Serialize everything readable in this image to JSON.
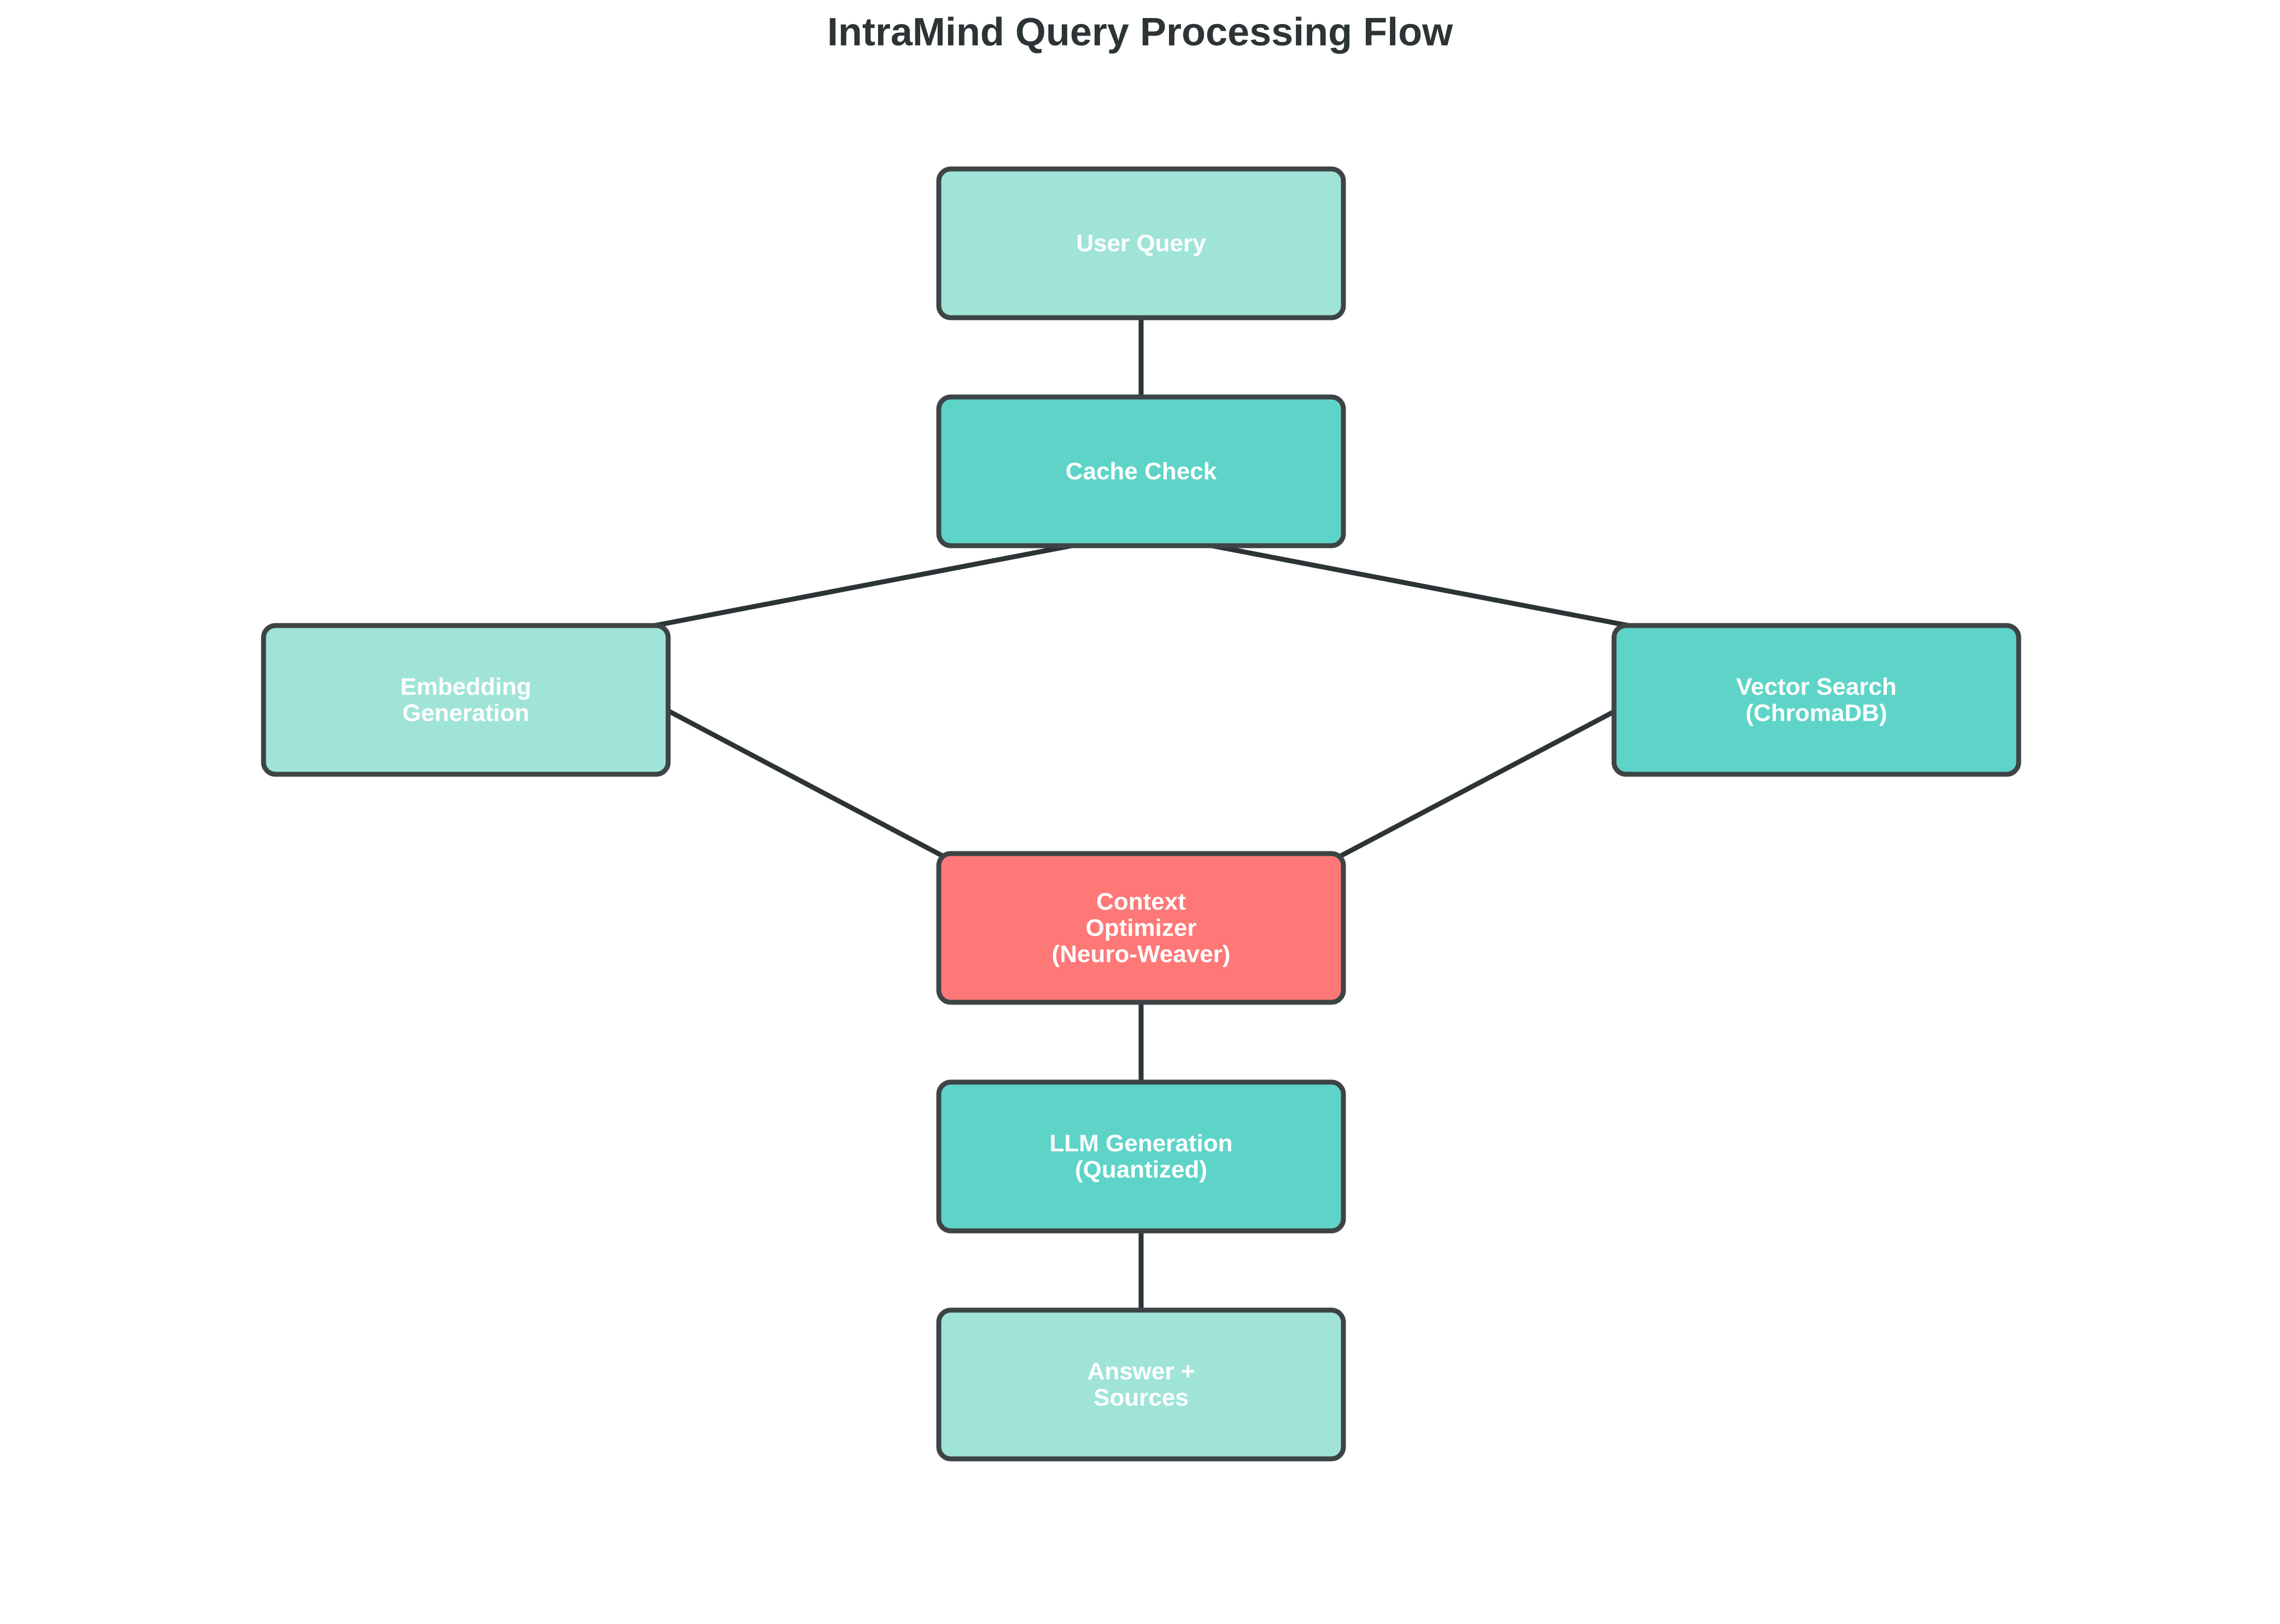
{
  "title": "IntraMind Query Processing Flow",
  "colors": {
    "light_teal": "#a0e4d8",
    "teal": "#5ed4c8",
    "coral": "#ff7878",
    "stroke": "#3d4445",
    "arrow": "#2d3436",
    "label_text": "#ffffff",
    "title_text": "#2d3436"
  },
  "nodes": [
    {
      "id": "user-query",
      "lines": [
        "User Query"
      ],
      "fill": "light_teal"
    },
    {
      "id": "cache-check",
      "lines": [
        "Cache Check"
      ],
      "fill": "teal"
    },
    {
      "id": "embedding-generation",
      "lines": [
        "Embedding",
        "Generation"
      ],
      "fill": "light_teal"
    },
    {
      "id": "vector-search",
      "lines": [
        "Vector Search",
        "(ChromaDB)"
      ],
      "fill": "teal"
    },
    {
      "id": "context-optimizer",
      "lines": [
        "Context",
        "Optimizer",
        "(Neuro-Weaver)"
      ],
      "fill": "coral"
    },
    {
      "id": "llm-generation",
      "lines": [
        "LLM Generation",
        "(Quantized)"
      ],
      "fill": "teal"
    },
    {
      "id": "answer-sources",
      "lines": [
        "Answer +",
        "Sources"
      ],
      "fill": "light_teal"
    }
  ],
  "edges": [
    {
      "from": "user-query",
      "to": "cache-check"
    },
    {
      "from": "cache-check",
      "to": "embedding-generation"
    },
    {
      "from": "cache-check",
      "to": "vector-search"
    },
    {
      "from": "embedding-generation",
      "to": "context-optimizer"
    },
    {
      "from": "vector-search",
      "to": "context-optimizer"
    },
    {
      "from": "context-optimizer",
      "to": "llm-generation"
    },
    {
      "from": "llm-generation",
      "to": "answer-sources"
    }
  ]
}
